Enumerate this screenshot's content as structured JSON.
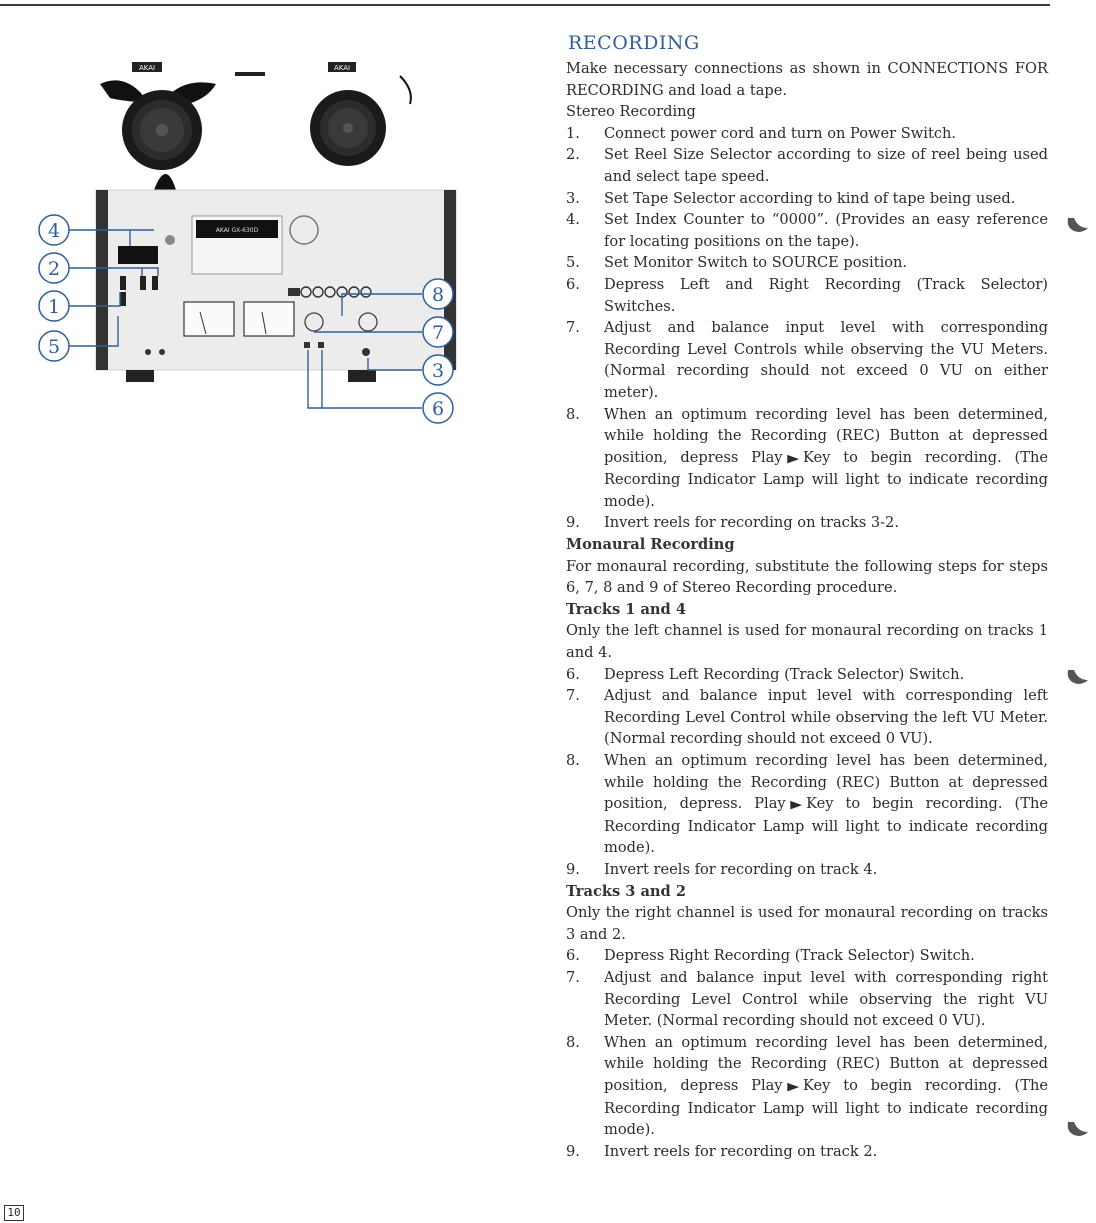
{
  "page_number": "10",
  "figure": {
    "brand_left": "AKAI",
    "brand_right": "AKAI",
    "model_right": "AKAI GX-630D",
    "callouts": {
      "left": [
        "4",
        "2",
        "1",
        "5"
      ],
      "right": [
        "8",
        "7",
        "3",
        "6"
      ]
    }
  },
  "recording": {
    "title": "RECORDING",
    "intro": "Make necessary connections as shown in CONNECTIONS FOR RECORDING and load a tape.",
    "stereo": {
      "heading": "Stereo Recording",
      "steps": [
        {
          "n": "1.",
          "t": "Connect power cord and turn on Power Switch."
        },
        {
          "n": "2.",
          "t": "Set Reel Size Selector according to size of reel being used and select tape speed."
        },
        {
          "n": "3.",
          "t": "Set Tape Selector according to kind of tape being used."
        },
        {
          "n": "4.",
          "t": "Set Index Counter to “0000”. (Provides an easy reference for locating positions on the tape)."
        },
        {
          "n": "5.",
          "t": "Set Monitor Switch to SOURCE position."
        },
        {
          "n": "6.",
          "t": "Depress Left and Right Recording (Track Selector) Switches."
        },
        {
          "n": "7.",
          "t": "Adjust and balance input level with corresponding Recording Level Controls while observing the VU Meters. (Normal recording should not exceed 0 VU on either meter)."
        },
        {
          "n": "8.",
          "a": "When an optimum recording level has been determined, while holding the Recording (REC) Button at depressed position, depress Play",
          "b": "Key to begin recording. (The Recording Indicator Lamp will light to indicate recording mode)."
        },
        {
          "n": "9.",
          "t": "Invert reels for recording on tracks 3-2."
        }
      ]
    },
    "monaural": {
      "heading": "Monaural Recording",
      "intro": "For monaural recording, substitute the following steps for steps 6, 7, 8 and 9 of Stereo Recording procedure.",
      "tracks14": {
        "heading": "Tracks 1 and 4",
        "intro": "Only the left channel is used for monaural recording on tracks 1 and 4.",
        "steps": [
          {
            "n": "6.",
            "t": "Depress Left Recording (Track Selector) Switch."
          },
          {
            "n": "7.",
            "t": "Adjust and balance input level with corresponding left Recording Level Control while observing the left VU Meter. (Normal recording should not exceed 0 VU)."
          },
          {
            "n": "8.",
            "a": "When an optimum recording level has been determined, while holding the Recording (REC) Button at depressed position, depress. Play",
            "b": "Key to begin recording. (The Recording Indicator Lamp will light to indicate recording mode)."
          },
          {
            "n": "9.",
            "t": "Invert reels for recording on track 4."
          }
        ]
      },
      "tracks32": {
        "heading": "Tracks 3 and 2",
        "intro": "Only the right channel is used for monaural recording on tracks 3 and 2.",
        "steps": [
          {
            "n": "6.",
            "t": "Depress Right Recording (Track Selector) Switch."
          },
          {
            "n": "7.",
            "t": "Adjust and balance input level with corresponding right Recording Level Control while observing the right VU Meter. (Normal recording should not exceed 0 VU)."
          },
          {
            "n": "8.",
            "a": "When an optimum recording level has been determined, while holding the Recording (REC) Button at depressed position, depress Play",
            "b": "Key to begin recording. (The Recording Indicator Lamp will light to indicate recording mode)."
          },
          {
            "n": "9.",
            "t": "Invert reels for recording on track 2."
          }
        ]
      }
    }
  }
}
